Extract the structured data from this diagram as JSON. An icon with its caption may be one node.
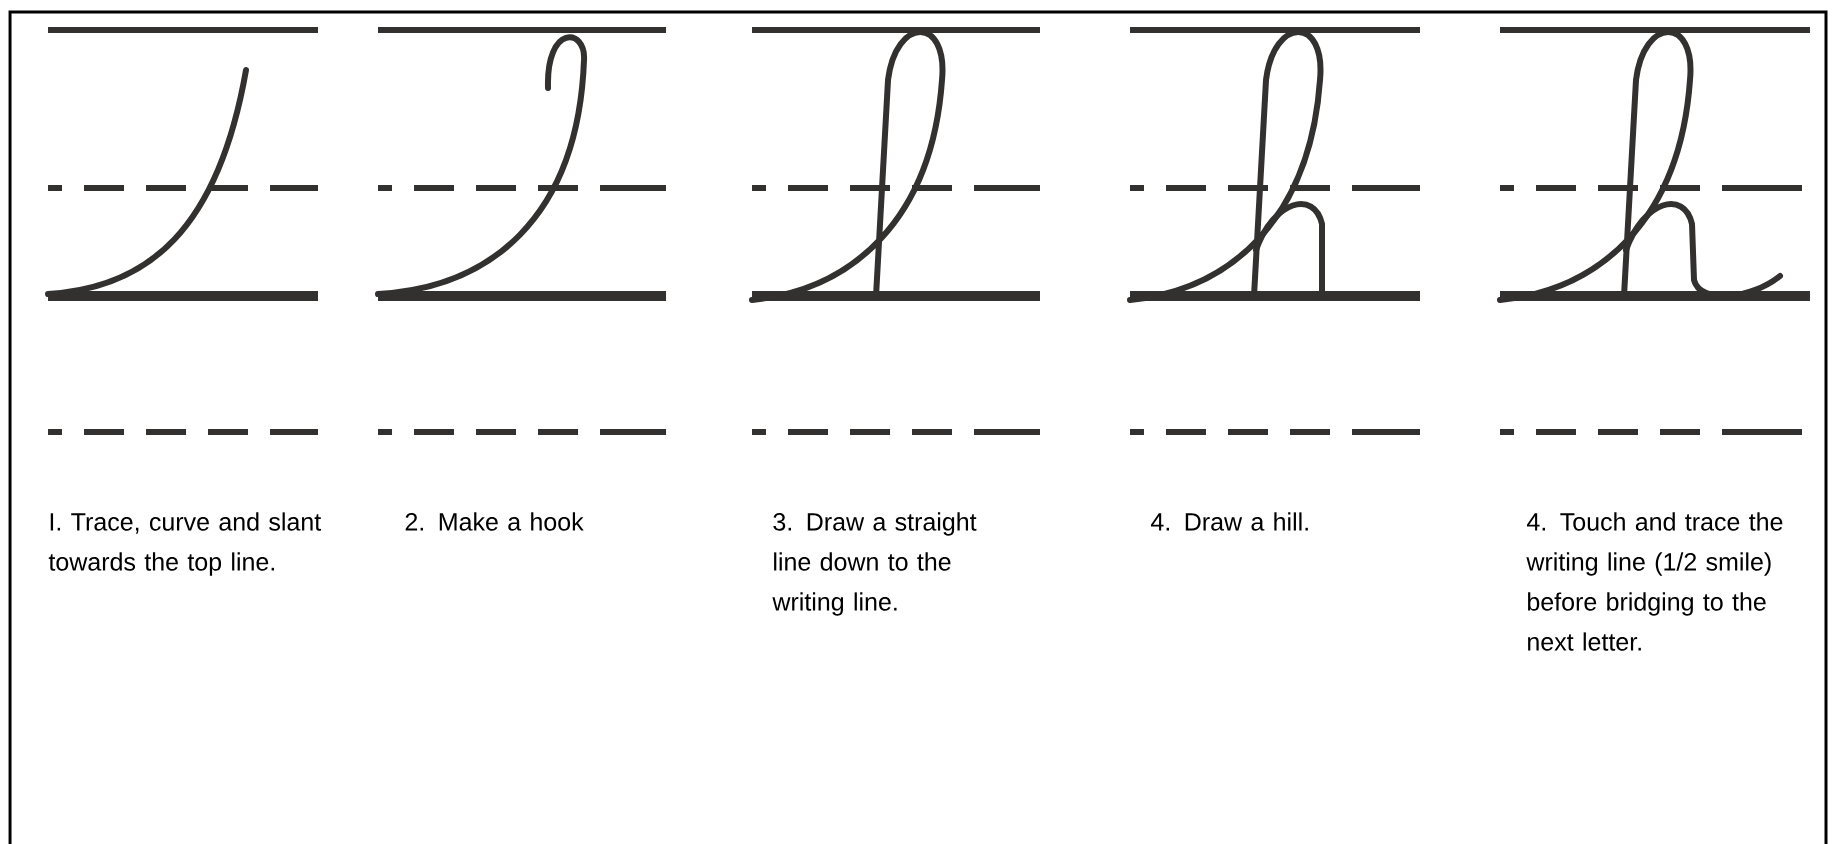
{
  "diagram": {
    "labels": [
      "I. Trace, curve and slant towards the top line.",
      "2.  Make a hook",
      "3. Draw a straight line down to the writing line.",
      "4. Draw  a hill.",
      "4. Touch and trace the writing line (1/2 smile) before bridging to the next letter."
    ]
  }
}
